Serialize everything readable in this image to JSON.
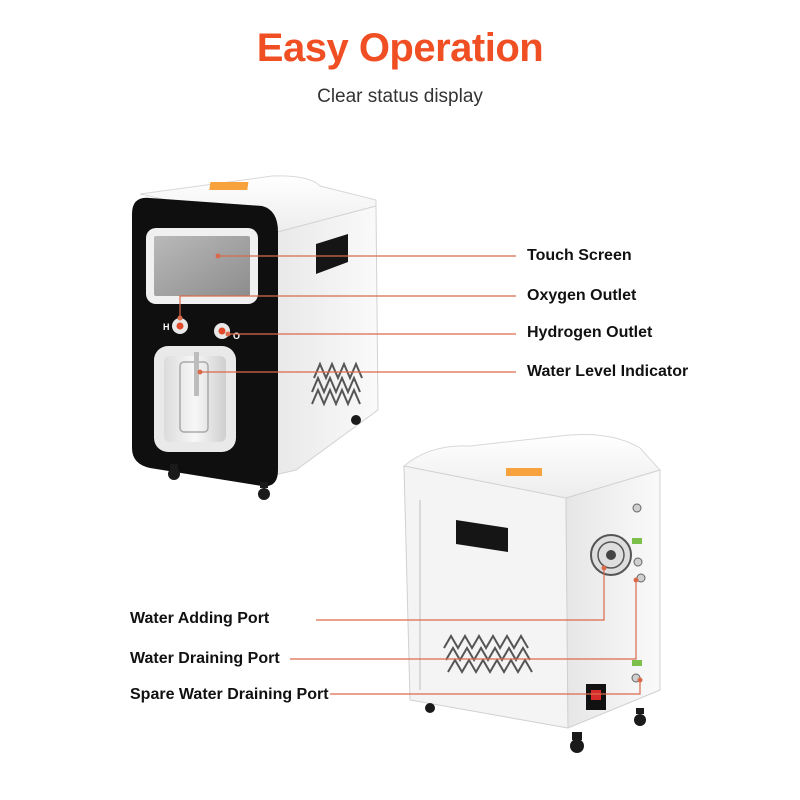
{
  "header": {
    "title": "Easy Operation",
    "subtitle": "Clear status display"
  },
  "front_unit": {
    "panel_letters": {
      "left": "H",
      "right": "O"
    }
  },
  "callouts": [
    {
      "id": "touch-screen",
      "label": "Touch Screen"
    },
    {
      "id": "oxygen-outlet",
      "label": "Oxygen Outlet"
    },
    {
      "id": "hydrogen-outlet",
      "label": "Hydrogen Outlet"
    },
    {
      "id": "water-level-indicator",
      "label": "Water Level Indicator"
    },
    {
      "id": "water-adding-port",
      "label": "Water Adding Port"
    },
    {
      "id": "water-draining-port",
      "label": "Water Draining Port"
    },
    {
      "id": "spare-water-draining-port",
      "label": "Spare Water Draining Port"
    }
  ],
  "colors": {
    "accent": "#f04e23",
    "line": "#d96a4a",
    "panel": "#111111",
    "body": "#f2f2f2"
  }
}
